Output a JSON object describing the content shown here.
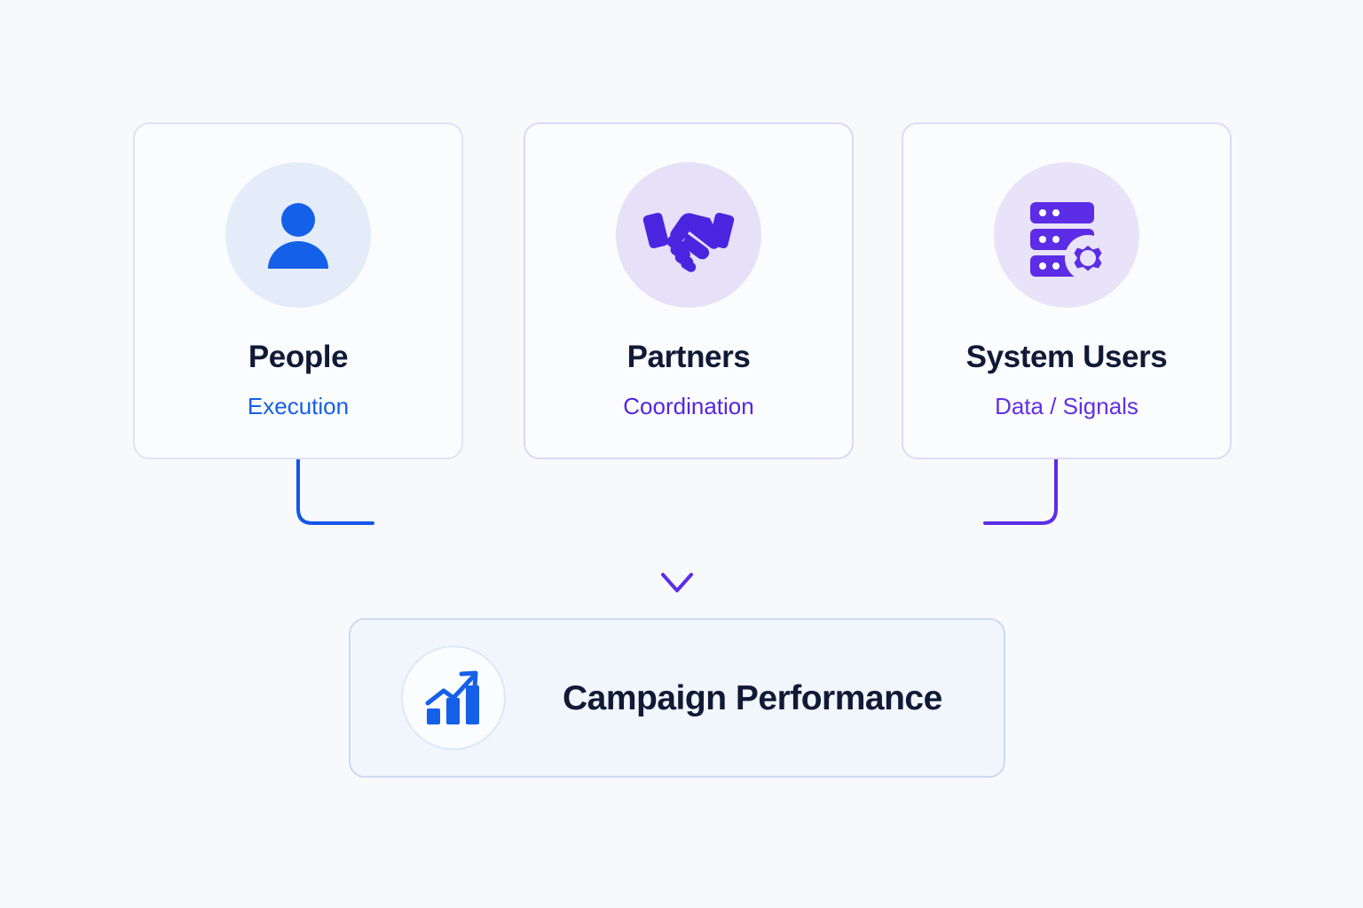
{
  "diagram": {
    "title_implicit": "Campaign Performance inputs flow",
    "background_color": "#f8f9fb"
  },
  "sources": [
    {
      "id": "people",
      "title": "People",
      "subtitle": "Execution",
      "icon": "person-icon",
      "icon_color": "#1560e8",
      "icon_bg": "#e4ecfa",
      "border_color": "#dbe5f8",
      "subtitle_color": "#1560e8"
    },
    {
      "id": "partners",
      "title": "Partners",
      "subtitle": "Coordination",
      "icon": "handshake-icon",
      "icon_color": "#4a25e0",
      "icon_bg": "#e6e0f8",
      "border_color": "#ded7f8",
      "subtitle_color": "#5426e0"
    },
    {
      "id": "system-users",
      "title": "System Users",
      "subtitle": "Data / Signals",
      "icon": "server-gear-icon",
      "icon_color": "#5c2ce6",
      "icon_bg": "#e9e3f9",
      "border_color": "#e0daf8",
      "subtitle_color": "#6130e4"
    }
  ],
  "outcome": {
    "title": "Campaign Performance",
    "icon": "bar-chart-trend-up-icon",
    "icon_color": "#1560e8",
    "card_bg": "#f1f6fd",
    "border_color": "#cadaf3"
  },
  "connectors": {
    "left_color": "#1456e8",
    "right_color": "#5b2ee6",
    "stroke_width": 4,
    "arrowhead": "down-arrow"
  }
}
